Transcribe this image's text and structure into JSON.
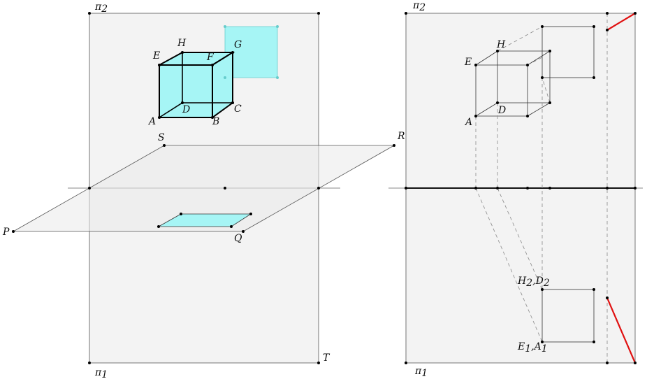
{
  "left_view": {
    "plane_labels": {
      "top": "π",
      "top_sub": "2",
      "bottom": "π",
      "bottom_sub": "1"
    },
    "cube_labels": [
      "A",
      "B",
      "C",
      "D",
      "E",
      "F",
      "G",
      "H"
    ],
    "plane_corner_labels": [
      "P",
      "Q",
      "R",
      "S",
      "T"
    ]
  },
  "right_view": {
    "plane_labels": {
      "top": "π",
      "top_sub": "2",
      "bottom": "π",
      "bottom_sub": "1"
    },
    "cube_labels": [
      "A",
      "D",
      "E",
      "H"
    ],
    "projection_labels": [
      {
        "a": "H",
        "a_sub": "2",
        "sep": ",",
        "b": "D",
        "b_sub": "2"
      },
      {
        "a": "E",
        "a_sub": "1",
        "sep": ",",
        "b": "A",
        "b_sub": "1"
      }
    ]
  },
  "colors": {
    "plane_fill": "#f3f3f3",
    "cube_fill": "#a6f5f5",
    "line": "#555555",
    "highlight": "#e01010"
  }
}
